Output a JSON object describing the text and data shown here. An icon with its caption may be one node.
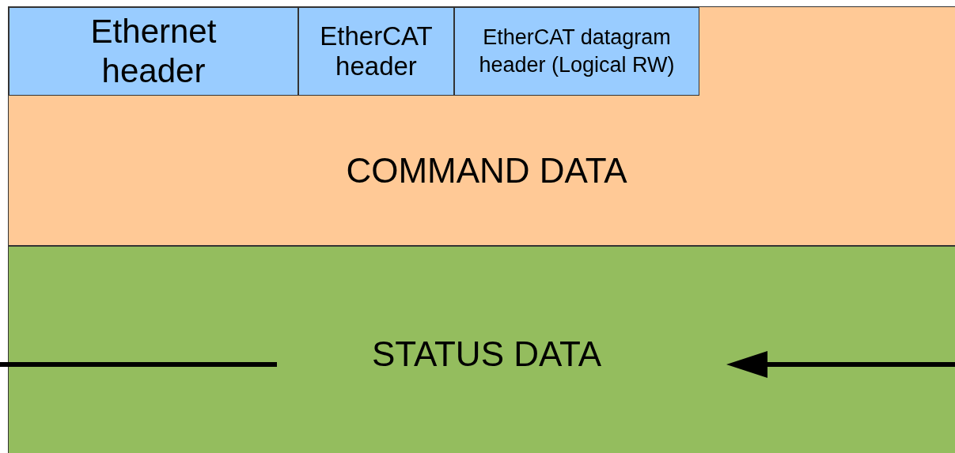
{
  "diagram": {
    "nodes": [
      {
        "text": [
          "COMMAND DATA"
        ]
      },
      {
        "text": [
          "Ethernet header"
        ],
        "in": 0
      },
      {
        "text": [
          "EtherCAT header"
        ],
        "in": 0
      },
      {
        "text": [
          "EtherCAT datagram header (Logical RW)"
        ],
        "in": 0
      },
      {
        "text": [
          "STATUS DATA"
        ]
      }
    ]
  }
}
